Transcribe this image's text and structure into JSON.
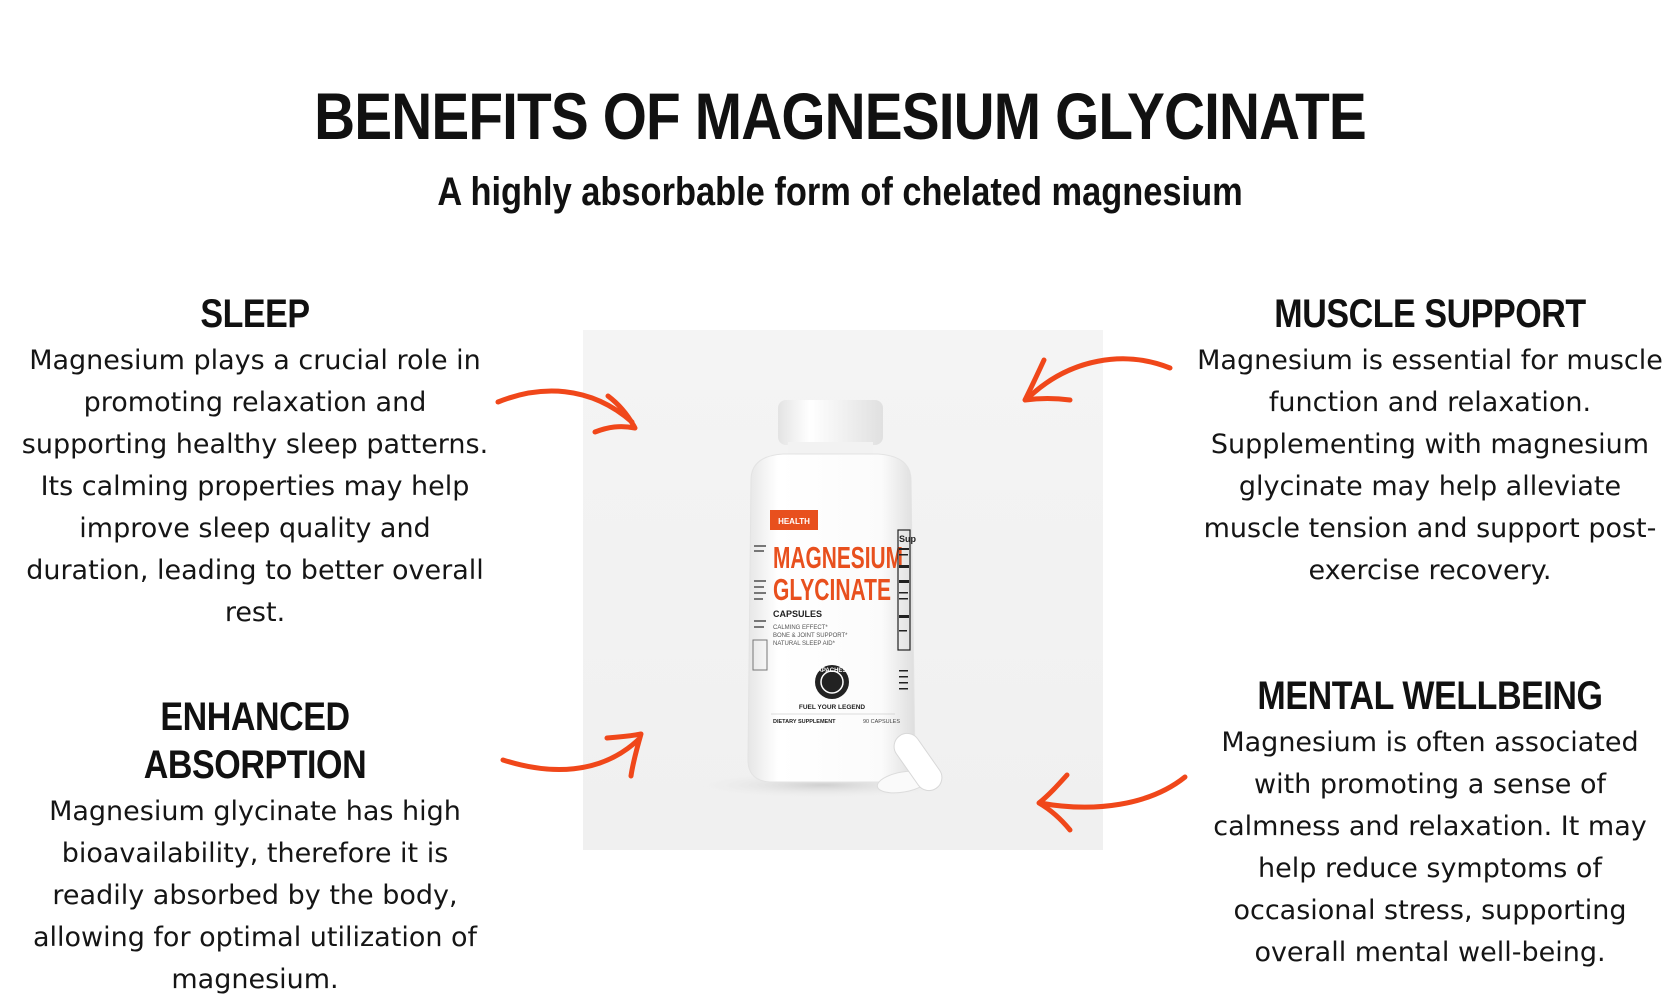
{
  "header": {
    "title": "BENEFITS OF MAGNESIUM GLYCINATE",
    "subtitle": "A highly absorbable form of chelated magnesium"
  },
  "benefits": {
    "sleep": {
      "title": "SLEEP",
      "text": "Magnesium plays a crucial role in promoting relaxation and supporting healthy sleep patterns. Its calming properties may help improve sleep quality and duration, leading to better overall rest."
    },
    "absorption": {
      "title": "ENHANCED ABSORPTION",
      "text": "Magnesium glycinate has high bioavailability, therefore it is readily absorbed by the body, allowing for optimal utilization of magnesium."
    },
    "muscle": {
      "title": "MUSCLE SUPPORT",
      "text": "Magnesium is essential for muscle function and relaxation. Supplementing with magnesium glycinate may help alleviate muscle tension and support post-exercise recovery."
    },
    "mental": {
      "title": "MENTAL WELLBEING",
      "text": "Magnesium is often associated with promoting a sense of calmness and relaxation. It may help reduce symptoms of occasional stress, supporting overall mental well-being."
    }
  },
  "product": {
    "badge": "HEALTH",
    "name_line1": "MAGNESIUM",
    "name_line2": "GLYCINATE",
    "form": "CAPSULES",
    "claim1": "CALMING EFFECT*",
    "claim2": "BONE & JOINT SUPPORT*",
    "claim3": "NATURAL SLEEP AID*",
    "brand": "APACHES",
    "tagline": "FUEL YOUR LEGEND",
    "footer_left": "DIETARY SUPPLEMENT",
    "footer_right": "90 CAPSULES",
    "facts_heading": "Sup"
  },
  "colors": {
    "accent": "#e8501e",
    "arrow": "#f0471a",
    "text": "#111111"
  }
}
